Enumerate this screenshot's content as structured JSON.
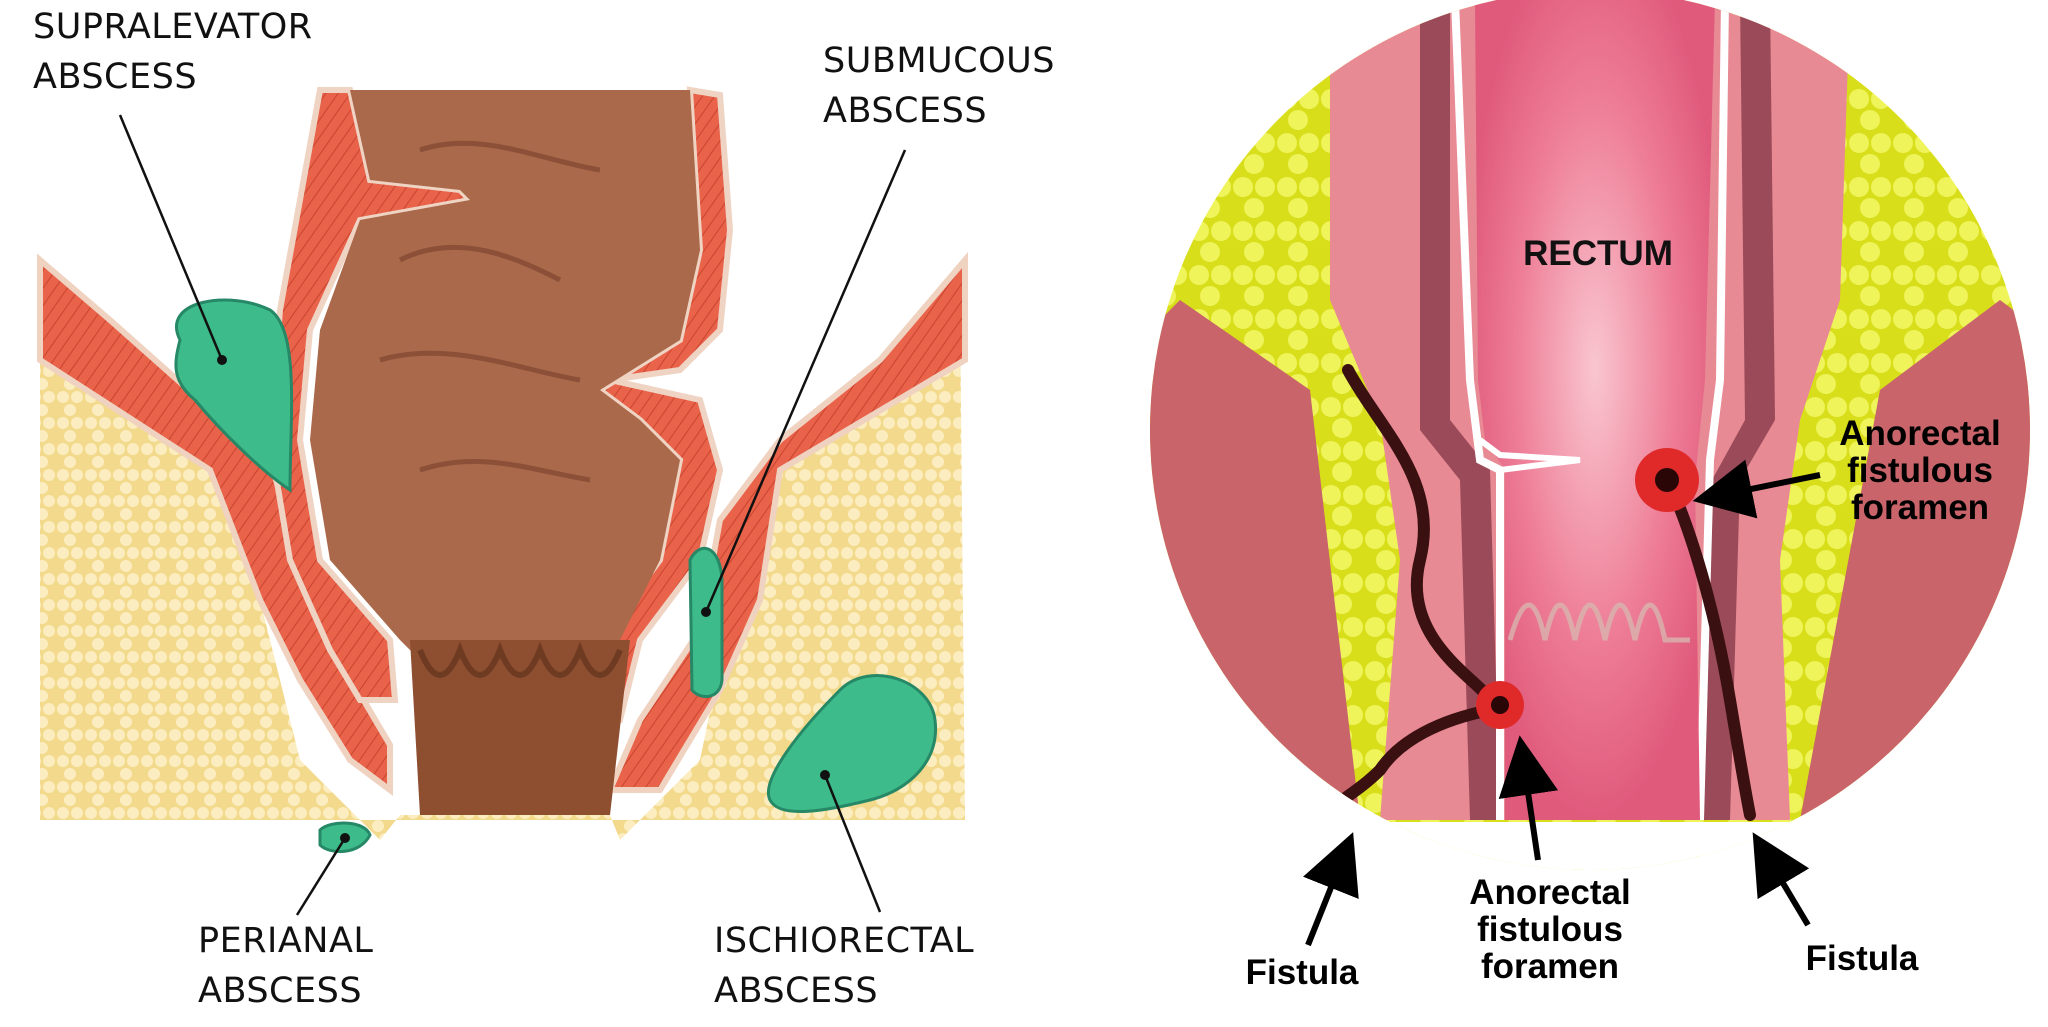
{
  "left_diagram": {
    "labels": {
      "supralevator": [
        "SUPRALEVATOR",
        "ABSCESS"
      ],
      "submucous": [
        "SUBMUCOUS",
        "ABSCESS"
      ],
      "perianal": [
        "PERIANAL",
        "ABSCESS"
      ],
      "ischiorectal": [
        "ISCHIORECTAL",
        "ABSCESS"
      ]
    }
  },
  "right_diagram": {
    "labels": {
      "rectum": "RECTUM",
      "foramen_right": [
        "Anorectal",
        "fistulous",
        "foramen"
      ],
      "foramen_bottom": [
        "Anorectal",
        "fistulous",
        "foramen"
      ],
      "fistula_left": "Fistula",
      "fistula_right": "Fistula"
    }
  },
  "colors": {
    "fat": "#f1d98a",
    "muscle": "#e8644a",
    "stool": "#a8684a",
    "abscess": "#3dbb8a",
    "rectum_pink": "#ea6f8f",
    "yellow_fat": "#e8ee2a",
    "fistula": "#3a1010"
  }
}
